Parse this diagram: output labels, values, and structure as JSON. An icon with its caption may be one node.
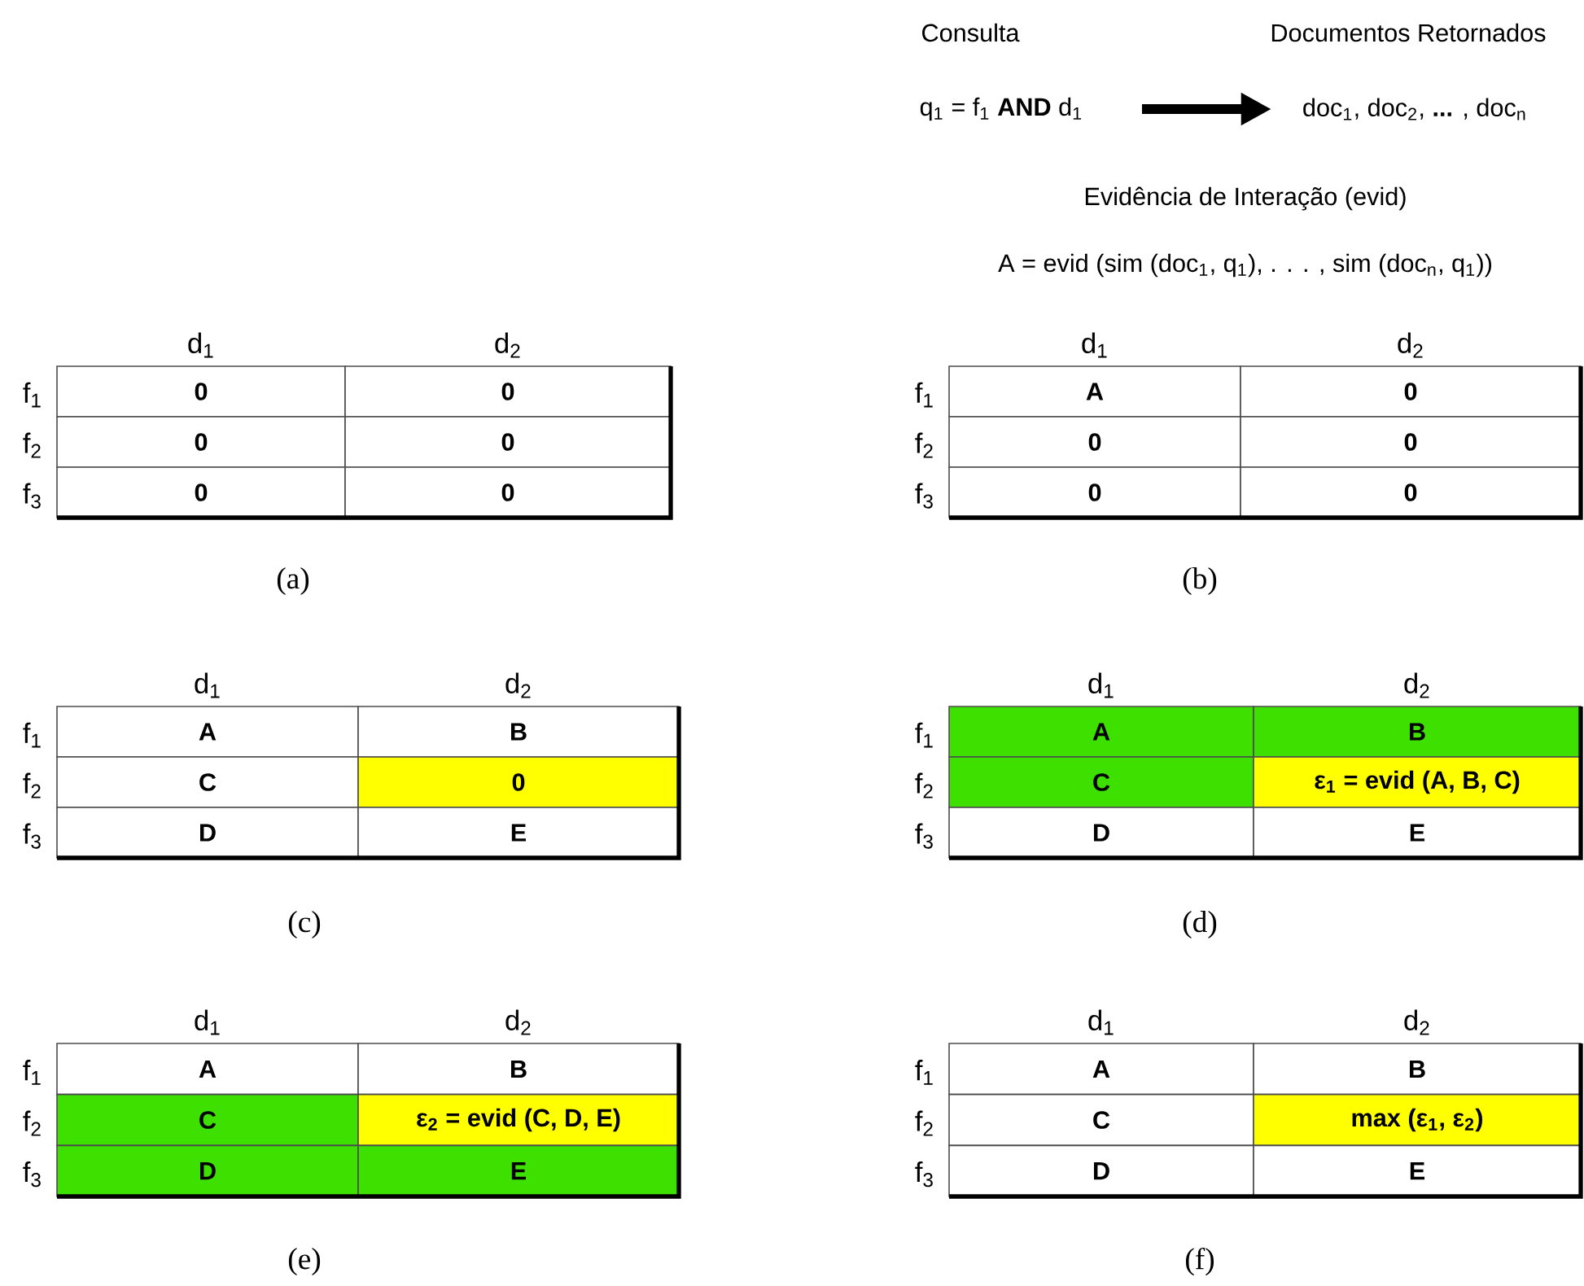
{
  "diagram": {
    "nodes": [
      {
        "text": [
          "q$_{1}$ = f$_{1}$ **AND** d$_{1}$"
        ],
        "beside": [
          "Consulta"
        ]
      },
      {
        "text": [
          "doc$_{1}$, doc$_{2}$, **...** , doc$_{n}$"
        ],
        "beside": [
          "Documentos Retornados"
        ]
      }
    ],
    "edges": [
      {
        "from": 0,
        "to": 1,
        "arrow": "to"
      }
    ],
    "labels": [
      "Evidência de Interação (evid)",
      "A = evid (sim (doc$_{1}$, q$_{1}$),  . . . ,  sim (doc$_{n}$, q$_{1}$))",
      "d$_{1}$",
      "d$_{2}$",
      "f$_{1}$",
      "0",
      "0",
      "f$_{2}$",
      "0",
      "0",
      "f$_{3}$",
      "0",
      "0",
      "(a)",
      "d$_{1}$",
      "d$_{2}$",
      "f$_{1}$",
      "A",
      "0",
      "f$_{2}$",
      "0",
      "0",
      "f$_{3}$",
      "0",
      "0",
      "(b)",
      "d$_{1}$",
      "d$_{2}$",
      "f$_{1}$",
      "A",
      "B",
      "f$_{2}$",
      "C",
      "0",
      "f$_{3}$",
      "D",
      "E",
      "(c)",
      "d$_{1}$",
      "d$_{2}$",
      "f$_{1}$",
      "A",
      "B",
      "f$_{2}$",
      "C",
      "ε$_{1}$ = evid (A, B, C)",
      "f$_{3}$",
      "D",
      "E",
      "(d)",
      "d$_{1}$",
      "d$_{2}$",
      "f$_{1}$",
      "A",
      "B",
      "f$_{2}$",
      "C",
      "ε$_{2}$ = evid (C, D, E)",
      "f$_{3}$",
      "D",
      "E",
      "(e)",
      "d$_{1}$",
      "d$_{2}$",
      "f$_{1}$",
      "A",
      "B",
      "f$_{2}$",
      "C",
      "max (ε$_{1}$, ε$_{2}$)",
      "f$_{3}$",
      "D",
      "E",
      "(f)"
    ]
  }
}
